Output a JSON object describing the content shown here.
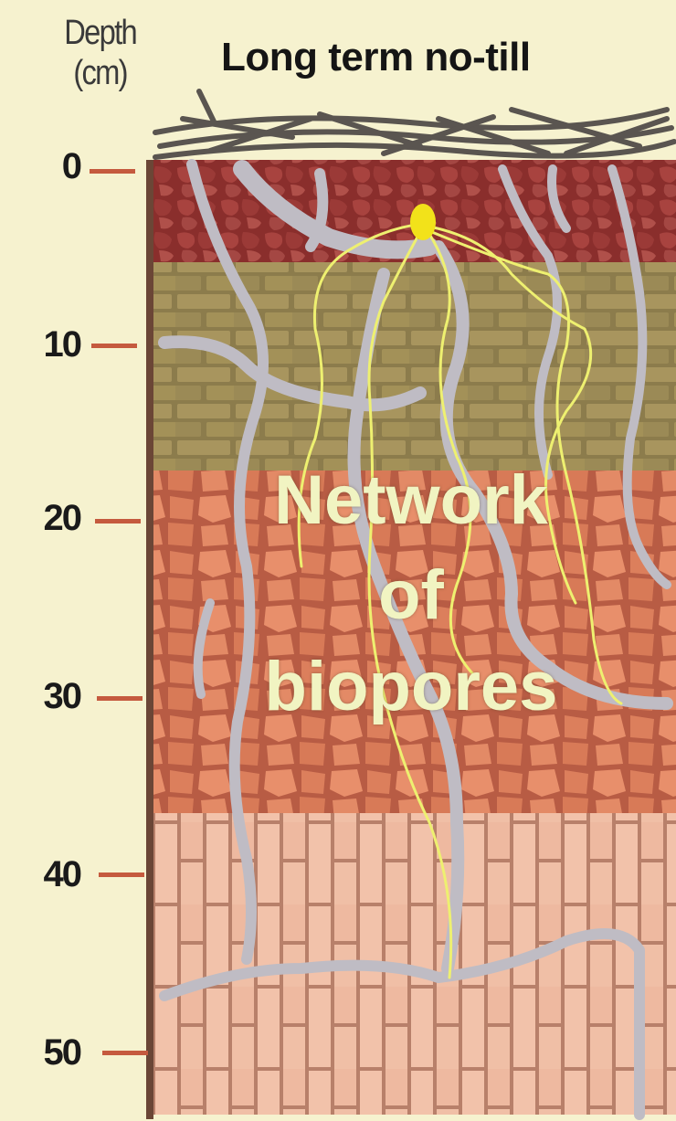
{
  "title": "Long term no-till",
  "depth_axis": {
    "label_line1": "Depth",
    "label_line2": "(cm)",
    "ticks": [
      "0",
      "10",
      "20",
      "30",
      "40",
      "50"
    ]
  },
  "overlay": {
    "line1": "Network",
    "line2": "of",
    "line3": "biopores"
  },
  "colors": {
    "background": "#f6f2cf",
    "tick": "#c55a3e",
    "root": "#eef070",
    "biopore": "#bfbcc4",
    "seed": "#f2e21a"
  }
}
